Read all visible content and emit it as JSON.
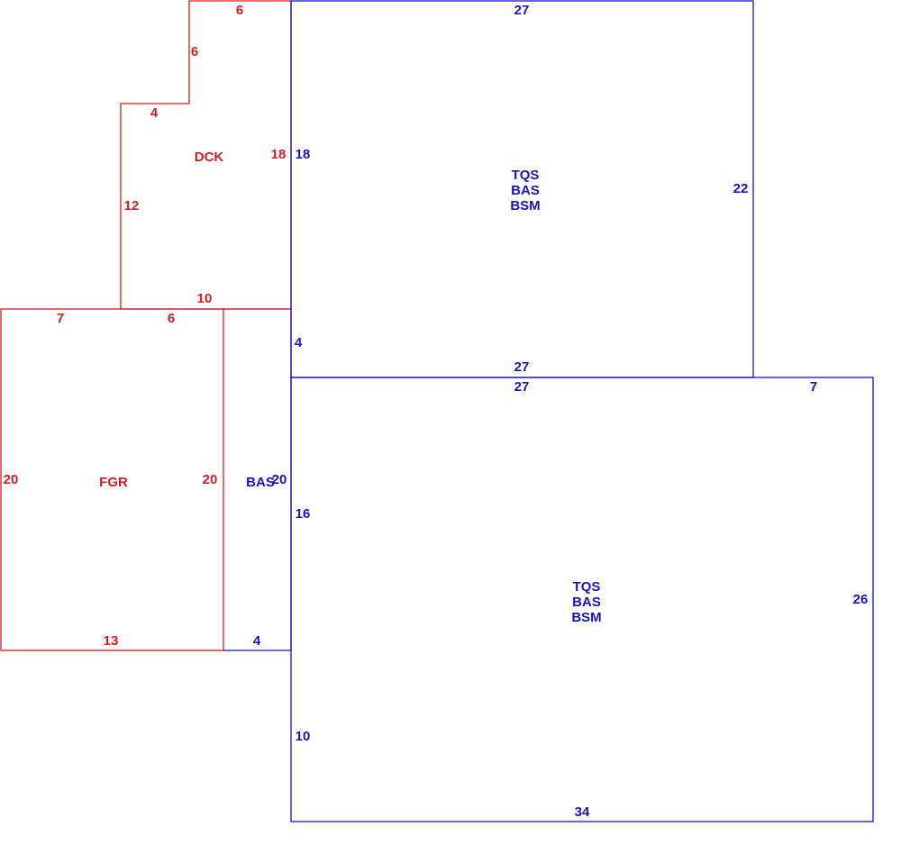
{
  "colors": {
    "outbuilding": "#d31d1d",
    "house": "#1414c4",
    "background": "#ffffff"
  },
  "areas": {
    "deck": {
      "code": "DCK",
      "dims": {
        "top": "6",
        "step_vertical": "6",
        "step_horizontal": "4",
        "right": "18",
        "left": "12",
        "bottom": "10"
      }
    },
    "garage": {
      "code": "FGR",
      "dims": {
        "top_left": "7",
        "top_right": "6",
        "left": "20",
        "right": "20",
        "bottom": "13"
      }
    },
    "connector": {
      "code": "BAS",
      "dims": {
        "right": "20",
        "bottom": "4"
      }
    },
    "upper_house": {
      "codes": [
        "TQS",
        "BAS",
        "BSM"
      ],
      "dims": {
        "top": "27",
        "left": "18",
        "right": "22",
        "bottom": "27",
        "lower_left": "4"
      }
    },
    "lower_house": {
      "codes": [
        "TQS",
        "BAS",
        "BSM"
      ],
      "dims": {
        "top": "27",
        "top_right": "7",
        "left_upper": "16",
        "left_lower": "10",
        "right": "26",
        "bottom": "34"
      }
    }
  }
}
